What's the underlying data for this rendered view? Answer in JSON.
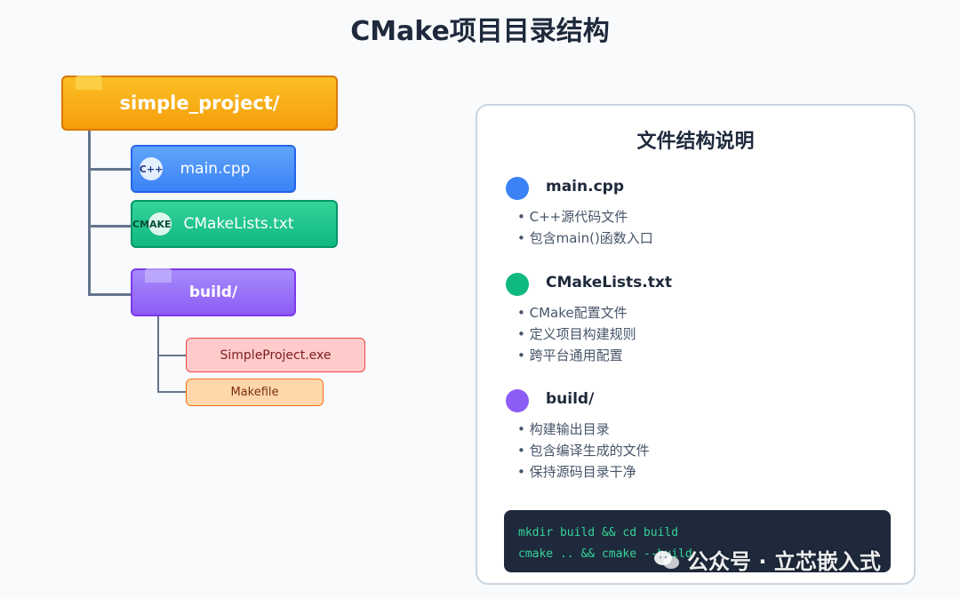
{
  "title": "CMake项目目录结构",
  "tree": {
    "root": "simple_project/",
    "main_cpp": {
      "label": "main.cpp",
      "badge": "C++"
    },
    "cmakelists": {
      "label": "CMakeLists.txt",
      "badge": "CMAKE"
    },
    "build": "build/",
    "exe": "SimpleProject.exe",
    "makefile": "Makefile"
  },
  "panel": {
    "title": "文件结构说明",
    "sections": [
      {
        "name": "main.cpp",
        "color": "#3b82f6",
        "bullets": [
          "• C++源代码文件",
          "• 包含main()函数入口"
        ]
      },
      {
        "name": "CMakeLists.txt",
        "color": "#10b981",
        "bullets": [
          "• CMake配置文件",
          "• 定义项目构建规则",
          "• 跨平台通用配置"
        ]
      },
      {
        "name": "build/",
        "color": "#8b5cf6",
        "bullets": [
          "• 构建输出目录",
          "• 包含编译生成的文件",
          "• 保持源码目录干净"
        ]
      }
    ],
    "code": [
      "mkdir build && cd build",
      "cmake .. && cmake --build ."
    ]
  },
  "watermark": "公众号 · 立芯嵌入式"
}
